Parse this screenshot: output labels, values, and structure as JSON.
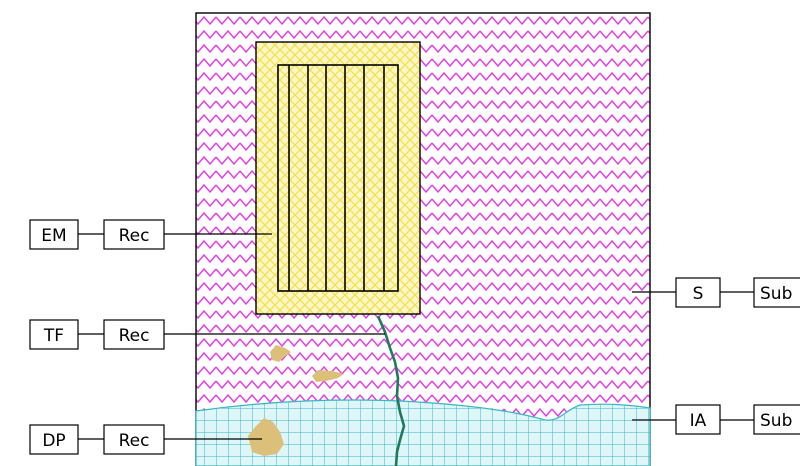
{
  "labels": {
    "em": "EM",
    "tf": "TF",
    "dp": "DP",
    "rec_em": "Rec",
    "rec_tf": "Rec",
    "rec_dp": "Rec",
    "s": "S",
    "ia": "IA",
    "sub_s": "Sub",
    "sub_ia": "Sub"
  },
  "colors": {
    "zigzag": "#e23ee6",
    "yellow_hatch": "#f1e24a",
    "yellow_fill": "#fff7c9",
    "grid": "#37b6c4",
    "grid_fill": "#dff6f8",
    "crack": "#1f7a5a",
    "blob": "#dcc07a"
  }
}
